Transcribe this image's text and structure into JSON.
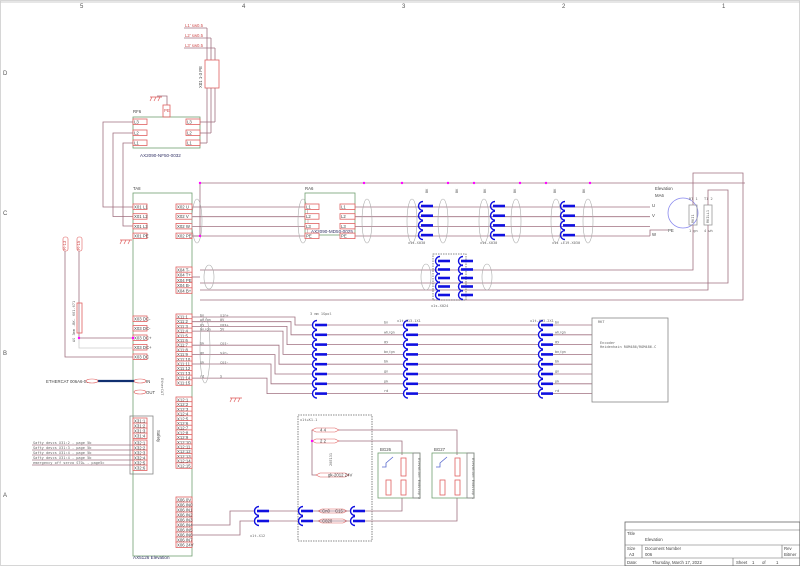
{
  "zones": {
    "columns": [
      "5",
      "4",
      "3",
      "2",
      "1"
    ],
    "rows": [
      "D",
      "C",
      "B",
      "A"
    ]
  },
  "supply": [
    "L1' sw0.5",
    "L2' sw0.5",
    "L3' sw0.5"
  ],
  "supply_terminal": "X01 1-3 PE",
  "filter": {
    "ref": "RF6",
    "model": "AX2090-NF50-0032",
    "pe": "PE",
    "left": [
      "L3",
      "L2",
      "L1"
    ],
    "right": [
      "L3",
      "L2",
      "L1"
    ]
  },
  "drive": {
    "ref": "TA8",
    "model": "AX5126 Elevation",
    "x01": [
      "X01 L1",
      "X01 L2",
      "X01 L3",
      "X01 PE"
    ],
    "x02": [
      "X02 U",
      "X02 V",
      "X02 W",
      "X02 PE"
    ],
    "x04": [
      "X04 T-",
      "X04 T+",
      "X04 PE",
      "X04 B-",
      "X04 B+"
    ],
    "x03": [
      "X03 DC-",
      "X03 DC-",
      "X03 DC+",
      "X03 DC+",
      "X03 DC"
    ],
    "ethercat_in": "IN",
    "ethercat_out": "OUT",
    "ethercat_side": "EtherCAT",
    "x31": [
      "X31:1",
      "X31:2",
      "X31:3",
      "X31:4"
    ],
    "x31_side": "Safety",
    "x32": [
      "X32:1",
      "X32:2",
      "X32:3",
      "X32:4",
      "X32:5",
      "X32:6"
    ],
    "x11": [
      "X11:1",
      "X11:2",
      "X11:3",
      "X11:4",
      "X11:5",
      "X11:6",
      "X11:7",
      "X11:8",
      "X11:9",
      "X11:10",
      "X11:11",
      "X11:12",
      "X11:13",
      "X11:14",
      "X11:15"
    ],
    "x12": [
      "X12:1",
      "X12:2",
      "X12:3",
      "X12:4",
      "X12:5",
      "X12:6",
      "X12:7",
      "X12:8",
      "X12:9",
      "X12:10",
      "X12:11",
      "X12:12",
      "X12:13",
      "X12:14",
      "X12:15"
    ],
    "x06": [
      "X06 0V",
      "X06 IN0",
      "X06 IN1",
      "X06 IN2",
      "X06 IN3",
      "X06 IN4",
      "X06 IN5",
      "X06 IN6",
      "X06 IN7",
      "X06 24V"
    ]
  },
  "mains_filter": {
    "ref": "RA6",
    "model": "AX2090-MD50-0025",
    "left": [
      "L1",
      "L2",
      "L3",
      "PE"
    ],
    "right": [
      "L1",
      "L2",
      "L3",
      "PE"
    ]
  },
  "motor": {
    "title": "Elevation",
    "ref": "MA6",
    "pins": [
      "U",
      "V",
      "W",
      "PE"
    ]
  },
  "motor_connectors": [
    "x1s-X030",
    "x1s-X030",
    "x1s +E19-X030"
  ],
  "power_wire_labels": [
    "BK",
    "BK",
    "BK",
    "BK",
    "BK",
    "BK"
  ],
  "resistors": [
    {
      "ref": "RKI1",
      "top": "RT 1",
      "bottom": "1 gn"
    },
    {
      "ref": "RKILL1",
      "top": "T1 2",
      "bottom": "4 wh"
    }
  ],
  "brake_connector": "x1s-X024",
  "ethercat_label": "ETHERCAT 006A6-002",
  "sensor_connectors": [
    "R-13",
    "R-15"
  ],
  "sensor_cable": "AS 3mm -BK- 601-671",
  "x11_signals": [
    [
      "bn",
      "sin+"
    ],
    [
      "wh/gn",
      "0V"
    ],
    [
      "gy",
      "cos+"
    ],
    [
      "bn/gn",
      "5V"
    ],
    [
      "bk",
      "cos-"
    ],
    [
      "gn",
      "sin-"
    ],
    [
      "pk",
      "cos-"
    ],
    [
      "rd",
      "S"
    ]
  ],
  "encoder_wire_labels": [
    "bn",
    "wh/gn",
    "gy",
    "bn/gn",
    "bk",
    "gn",
    "pk",
    "rd"
  ],
  "encoder_cable": "3 mm 1Spol",
  "encoder_connectors": [
    "x1t-X13-1X1",
    "x1t-X13-2X1"
  ],
  "encoder": {
    "ref": "RKT",
    "label": "Encoder",
    "model": "Heidenhain ROM486/ROM486-C"
  },
  "safety_lines": [
    "Safty devcs X31:2  - page 5b",
    "Safty devcs X31:3  - page 5b",
    "Safty devcs X31:4  - page 5b",
    "Safty devcs X31:4  - page 5b",
    "emergency off servo STO+  - page5c"
  ],
  "relay": {
    "box": "x1t+K1.1",
    "contacts": [
      "4  4",
      "2  2"
    ],
    "coil": "gk-2012 24V",
    "side": "20E131",
    "c1": "Cn0",
    "c2": "C15",
    "c3": "C820",
    "connector": "x1t-X12"
  },
  "limit_switches": [
    {
      "ref": "BG26",
      "label": "Elevation Endstop 2"
    },
    {
      "ref": "BG27",
      "label": "Elevation Endstop 1"
    }
  ],
  "title_block": {
    "title_label": "Title",
    "title": "Elevation",
    "size_label": "Size",
    "size": "A3",
    "doc_label": "Document  Number",
    "doc": "006",
    "rev_label": "Rev",
    "rev": "Bitmer",
    "date_label": "Date:",
    "date": "Thursday, March 17, 2022",
    "sheet_label": "Sheet",
    "sheet": "1",
    "of_label": "of",
    "of": "1"
  },
  "colors": {
    "wire": "#a07080",
    "terminal": "#e06060",
    "box": "#70a070",
    "connector": "#1010e0",
    "junction": "#ff00ff",
    "ethercat": "#103070"
  }
}
